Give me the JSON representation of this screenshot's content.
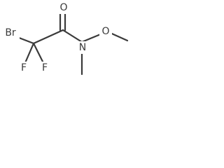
{
  "molecule": {
    "atoms": {
      "br": "Br",
      "f_left": "F",
      "f_right": "F",
      "o_carbonyl": "O",
      "n_amide": "N",
      "o_ether": "O"
    }
  }
}
